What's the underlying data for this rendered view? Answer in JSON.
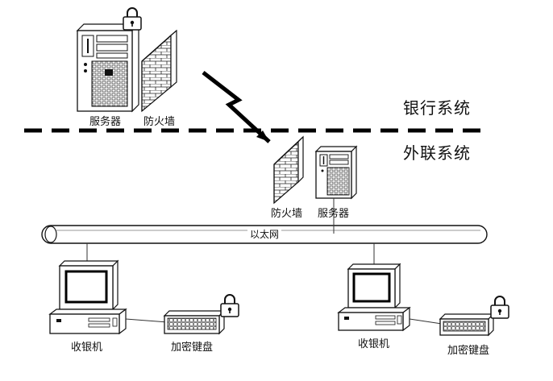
{
  "bank_system": {
    "region_label": "银行系统",
    "server_label": "服务器",
    "firewall_label": "防火墙"
  },
  "external_system": {
    "region_label": "外联系统",
    "firewall_label": "防火墙",
    "server_label": "服务器"
  },
  "network": {
    "bus_label": "以太网"
  },
  "clients": [
    {
      "pos_label": "收银机",
      "keypad_label": "加密键盘"
    },
    {
      "pos_label": "收银机",
      "keypad_label": "加密键盘"
    }
  ]
}
